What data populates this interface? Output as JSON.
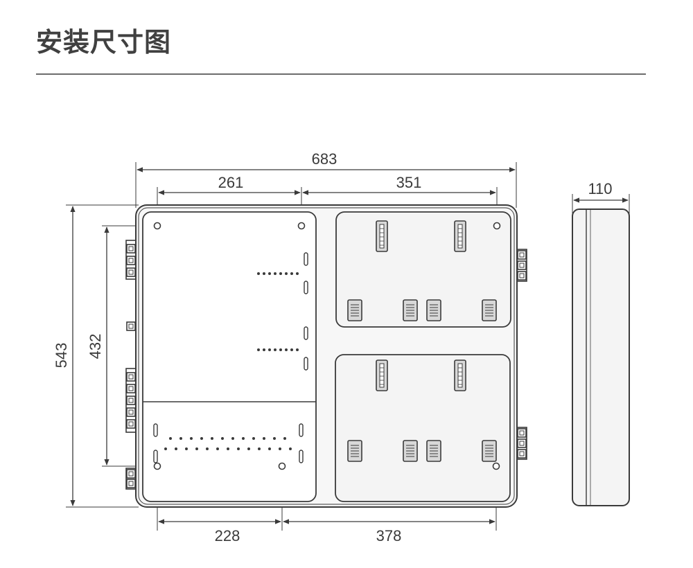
{
  "header": {
    "title": "安装尺寸图"
  },
  "dimensions": {
    "overall_width": "683",
    "left_mount_span": "261",
    "right_mount_span": "351",
    "depth": "110",
    "overall_height": "543",
    "mount_height": "432",
    "bottom_left_span": "228",
    "bottom_right_span": "378"
  },
  "colors": {
    "line": "#3a3a3a",
    "title": "#404040",
    "panel_gray": "#f4f4f4"
  },
  "icons": [
    "mounting-hole-icon",
    "breaker-module-icon",
    "side-latch-icon",
    "terminal-strip-icon"
  ]
}
